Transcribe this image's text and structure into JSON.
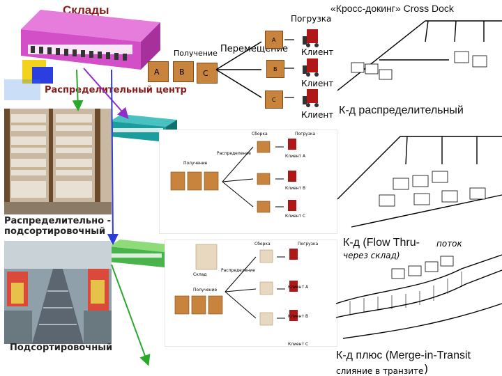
{
  "titles": {
    "warehouses": "Склады",
    "crossdock": "«Кросс-докинг» Cross Dock"
  },
  "top_diagram": {
    "loading": "Погрузка",
    "receiving": "Получение",
    "movement": "Перемещение",
    "client": "Клиент",
    "boxes": [
      "A",
      "B",
      "C"
    ],
    "dock_boxes": [
      "A",
      "B",
      "C"
    ]
  },
  "labels": {
    "distribution_center": "Распределительный центр",
    "dist_sort_line1": "Распределительно -",
    "dist_sort_line2": "подсортировочный",
    "sorting": "Подсортировочный"
  },
  "right_labels": {
    "kd_distribution": "К-д распределительный",
    "kd_flow_main": "К-д (Flow Thru-",
    "kd_flow_ital1": "поток",
    "kd_flow_ital2": "через склад)",
    "kd_merge_main": "К-д плюс (Merge-in-Transit",
    "kd_merge_sub": "слияние в транзите",
    "kd_merge_close": ")"
  },
  "mid_diagram": {
    "assembly": "Сборка",
    "loading": "Погрузка",
    "receiving": "Получение",
    "distribution": "Распределение",
    "clients": [
      "Клиент A",
      "Клиент B",
      "Клиент C"
    ]
  },
  "low_diagram": {
    "assembly": "Сборка",
    "loading": "Погрузка",
    "warehouse": "Склад",
    "receiving": "Получение",
    "distribution": "Распределение",
    "clients": [
      "Клиент A",
      "Клиент B",
      "Клиент C"
    ]
  },
  "colors": {
    "warehouse_pink": "#d34fc8",
    "warehouse_teal": "#1c9c9c",
    "warehouse_green": "#4bb34b",
    "arrow_purple": "#8e2fc8",
    "arrow_blue": "#2c3cd6",
    "arrow_green": "#2aa82a",
    "title_red": "#8b1a1a",
    "yellow_square": "#f2d21b"
  }
}
